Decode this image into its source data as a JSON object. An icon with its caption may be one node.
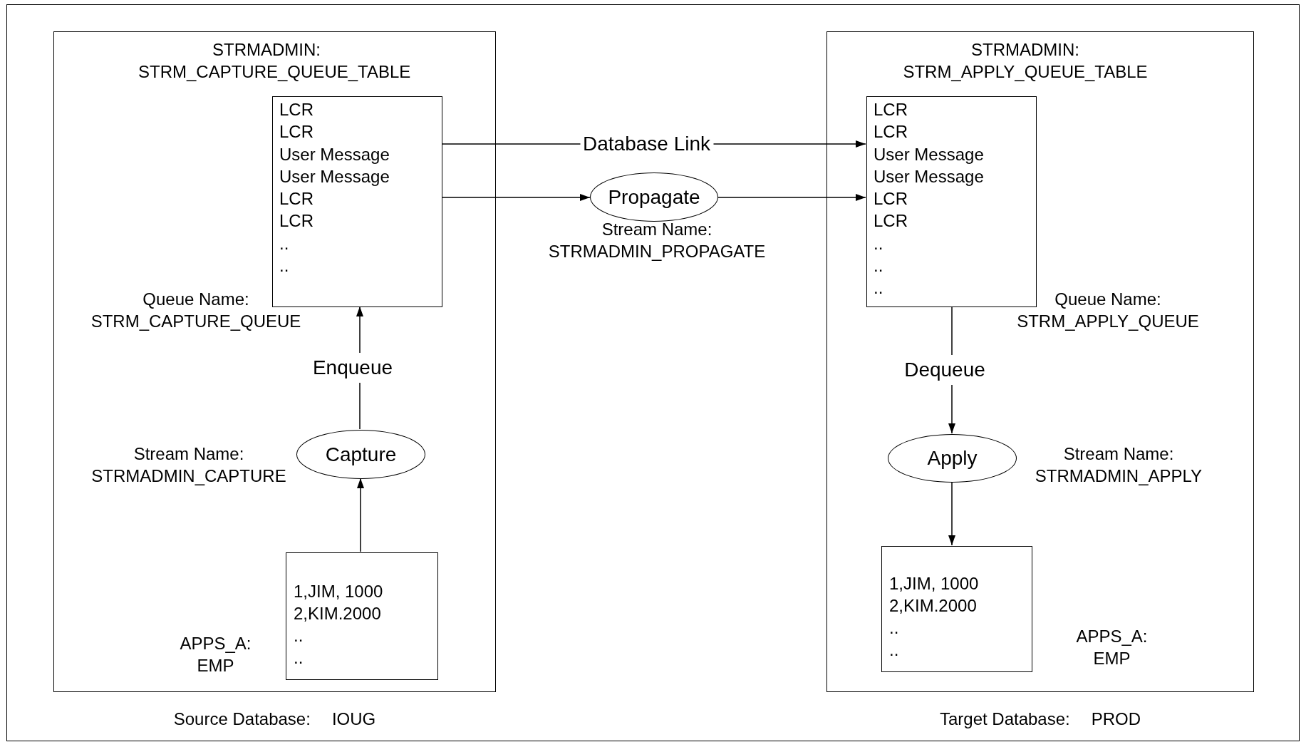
{
  "diagram": {
    "nodes": [
      {
        "text": [
          "Source Database:",
          "IOUG"
        ]
      },
      {
        "text": [
          "STRMADMIN: STRM_CAPTURE_QUEUE_TABLE",
          "LCR",
          "LCR",
          "User Message",
          "User Message",
          "LCR",
          "LCR",
          "..",
          ".."
        ],
        "in": 0,
        "beside": [
          "Queue Name: STRM_CAPTURE_QUEUE"
        ]
      },
      {
        "text": [
          "Capture"
        ],
        "in": 0,
        "beside": [
          "Stream Name: STRMADMIN_CAPTURE"
        ]
      },
      {
        "text": [
          "1,JIM, 1000",
          "2,KIM.2000",
          "..",
          ".."
        ],
        "in": 0,
        "beside": [
          "APPS_A: EMP"
        ]
      },
      {
        "text": [
          "Propagate"
        ],
        "beside": [
          "Stream Name: STRMADMIN_PROPAGATE"
        ]
      },
      {
        "text": [
          "Target Database:",
          "PROD"
        ]
      },
      {
        "text": [
          "STRMADMIN: STRM_APPLY_QUEUE_TABLE",
          "LCR",
          "LCR",
          "User Message",
          "User Message",
          "LCR",
          "LCR",
          "..",
          "..",
          ".."
        ],
        "in": 5,
        "beside": [
          "Queue Name: STRM_APPLY_QUEUE"
        ]
      },
      {
        "text": [
          "Apply"
        ],
        "in": 5,
        "beside": [
          "Stream Name: STRMADMIN_APPLY"
        ]
      },
      {
        "text": [
          "1,JIM, 1000",
          "2,KIM.2000",
          "..",
          ".."
        ],
        "in": 5,
        "beside": [
          "APPS_A: EMP"
        ]
      }
    ],
    "edges": [
      {
        "from": 1,
        "to": 6,
        "arrow": "to",
        "label": "Database Link"
      },
      {
        "from": 1,
        "to": 4,
        "arrow": "to"
      },
      {
        "from": 4,
        "to": 6,
        "arrow": "to"
      },
      {
        "from": 2,
        "to": 1,
        "arrow": "to",
        "label": "Enqueue"
      },
      {
        "from": 3,
        "to": 2,
        "arrow": "to"
      },
      {
        "from": 6,
        "to": 7,
        "arrow": "to",
        "label": "Dequeue"
      },
      {
        "from": 7,
        "to": 8,
        "arrow": "to"
      }
    ]
  }
}
